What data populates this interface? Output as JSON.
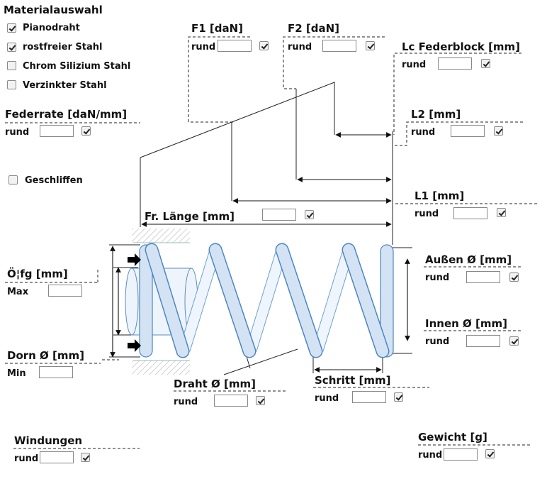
{
  "material": {
    "title": "Materialauswahl",
    "options": [
      {
        "label": "Pianodraht",
        "checked": true
      },
      {
        "label": "rostfreier Stahl",
        "checked": true
      },
      {
        "label": "Chrom Silizium Stahl",
        "checked": false
      },
      {
        "label": "Verzinkter Stahl",
        "checked": false
      }
    ]
  },
  "ground": {
    "label": "Geschliffen",
    "checked": false
  },
  "rund": "rund",
  "fields": {
    "f1": {
      "title": "F1 [daN]",
      "sub": "rund",
      "checked": true
    },
    "f2": {
      "title": "F2 [daN]",
      "sub": "rund",
      "checked": true
    },
    "lc": {
      "title": "Lc Federblock [mm]",
      "sub": "rund",
      "checked": true
    },
    "rate": {
      "title": "Federrate [daN/mm]",
      "sub": "rund",
      "checked": true
    },
    "l2": {
      "title": "L2 [mm]",
      "sub": "rund",
      "checked": true
    },
    "l1": {
      "title": "L1 [mm]",
      "sub": "rund",
      "checked": true
    },
    "free_length": {
      "title": "Fr. Länge [mm]",
      "checked": true
    },
    "opening": {
      "title": "Ö¦fg [mm]",
      "sub": "Max"
    },
    "outer": {
      "title": "Außen Ø [mm]",
      "sub": "rund",
      "checked": true
    },
    "inner": {
      "title": "Innen Ø [mm]",
      "sub": "rund",
      "checked": true
    },
    "mandrel": {
      "title": "Dorn Ø [mm]",
      "sub": "Min"
    },
    "wire": {
      "title": "Draht Ø [mm]",
      "sub": "rund",
      "checked": true
    },
    "pitch": {
      "title": "Schritt [mm]",
      "sub": "rund",
      "checked": true
    },
    "coils": {
      "title": "Windungen",
      "sub": "rund",
      "checked": true
    },
    "weight": {
      "title": "Gewicht [g]",
      "sub": "rund",
      "checked": true
    }
  }
}
